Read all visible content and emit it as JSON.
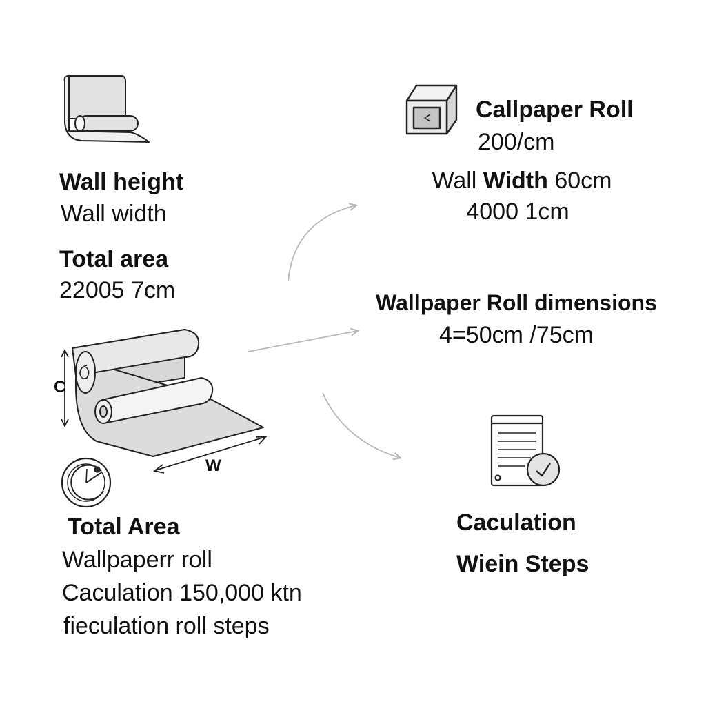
{
  "left": {
    "wall_height": "Wall height",
    "wall_width": "Wall width",
    "total_area_label": "Total area",
    "total_area_value": "22005 7cm",
    "dimension_c": "C",
    "dimension_w": "W",
    "total_area_heading": "Total Area",
    "line1": "Wallpaperr roll",
    "line2": "Caculation 150,000 ktn",
    "line3": "fieculation roll steps"
  },
  "right": {
    "roll_title": "Callpaper Roll",
    "roll_value": "200/cm",
    "width_prefix": "Wall ",
    "width_bold": "Width",
    "width_value": " 60cm",
    "width_value2": "4000 1cm",
    "dimensions_title": "Wallpaper Roll dimensions",
    "dimensions_value": "4=50cm /75cm",
    "calc_title": "Caculation",
    "calc_subtitle": "Wiein Steps"
  },
  "icons": [
    "wallpaper-sheet-icon",
    "box-roll-icon",
    "wallpaper-rolls-icon",
    "area-gauge-icon",
    "checklist-document-icon"
  ],
  "colors": {
    "line": "#222222",
    "fill": "#e2e2e2",
    "arrow": "#b8b8b8"
  }
}
